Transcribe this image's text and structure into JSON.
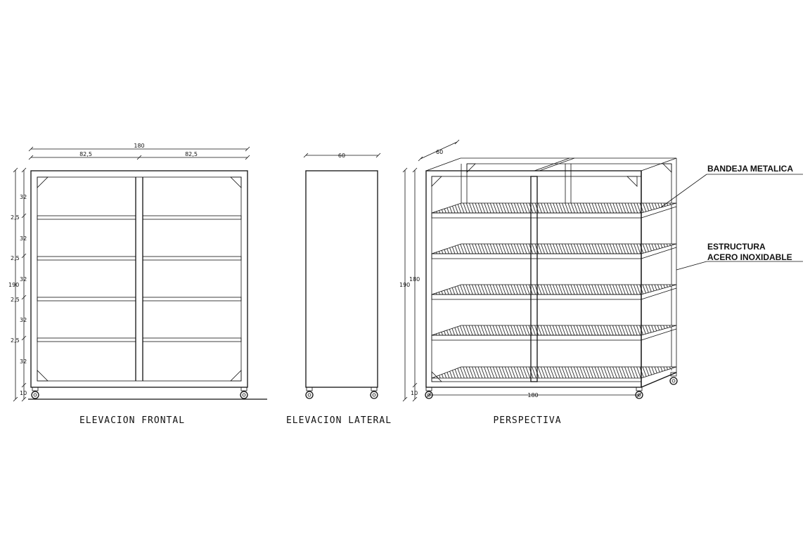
{
  "views": {
    "front": {
      "title": "ELEVACION FRONTAL",
      "dims": {
        "overall_width": "180",
        "bay_left": "82,5",
        "bay_right": "82,5",
        "overall_height": "190",
        "shelf_gap": "32",
        "shelf_thickness": "2,5",
        "base": "10"
      }
    },
    "side": {
      "title": "ELEVACION LATERAL",
      "dims": {
        "depth": "60"
      }
    },
    "perspective": {
      "title": "PERSPECTIVA",
      "dims": {
        "depth": "60",
        "width": "180",
        "height_outer": "190",
        "height_inner": "180",
        "base": "10"
      }
    }
  },
  "callouts": {
    "tray": "BANDEJA METALICA",
    "structure_line1": "ESTRUCTURA",
    "structure_line2": "ACERO INOXIDABLE"
  }
}
